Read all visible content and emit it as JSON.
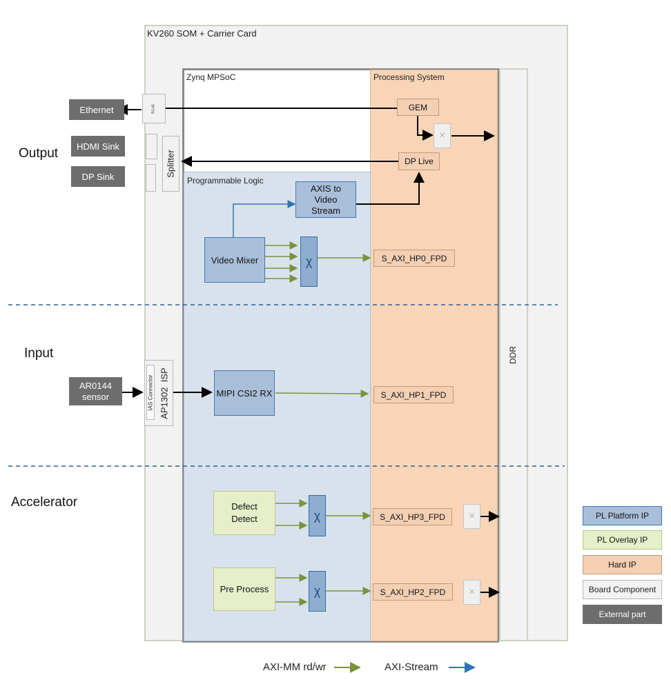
{
  "title": "KV260 SOM + Carrier Card",
  "sections": {
    "output": "Output",
    "input": "Input",
    "accelerator": "Accelerator"
  },
  "regions": {
    "zynq": "Zynq MPSoC",
    "processing_system": "Processing System",
    "programmable_logic": "Programmable Logic",
    "ddr": "DDR"
  },
  "external": {
    "ethernet": "Ethernet",
    "hdmi_sink": "HDMI Sink",
    "dp_sink": "DP Sink",
    "sensor": "AR0144\nsensor"
  },
  "board": {
    "rj45": "RJ-45",
    "splitter": "Splitter",
    "ias_connector": "IAS Connector",
    "isp": "AP1302  ISP"
  },
  "pl_blocks": {
    "axis_to_video": "AXIS to\nVideo\nStream",
    "video_mixer": "Video Mixer",
    "mipi": "MIPI CSI2 RX",
    "defect_detect": "Defect\nDetect",
    "pre_process": "Pre Process"
  },
  "ps_blocks": {
    "gem": "GEM",
    "dp_live": "DP Live",
    "hp0": "S_AXI_HP0_FPD",
    "hp1": "S_AXI_HP1_FPD",
    "hp3": "S_AXI_HP3_FPD",
    "hp2": "S_AXI_HP2_FPD"
  },
  "legend": {
    "pl_platform": "PL Platform IP",
    "pl_overlay": "PL Overlay IP",
    "hard_ip": "Hard IP",
    "board_component": "Board Component",
    "external_part": "External part"
  },
  "bottom_legend": {
    "axi_mm": "AXI-MM rd/wr",
    "axi_stream": "AXI-Stream"
  },
  "colors": {
    "axi_mm": "#77933c",
    "axi_stream": "#2e75b6",
    "pl_platform": "#a9bfd9",
    "pl_overlay": "#e6efc9",
    "hard_ip": "#f8d5b7",
    "board_component": "#f2f2f2",
    "external_part": "#6d6d6d"
  },
  "icons": {
    "interconnect": "crossbar-icon",
    "port": "connector-icon"
  }
}
